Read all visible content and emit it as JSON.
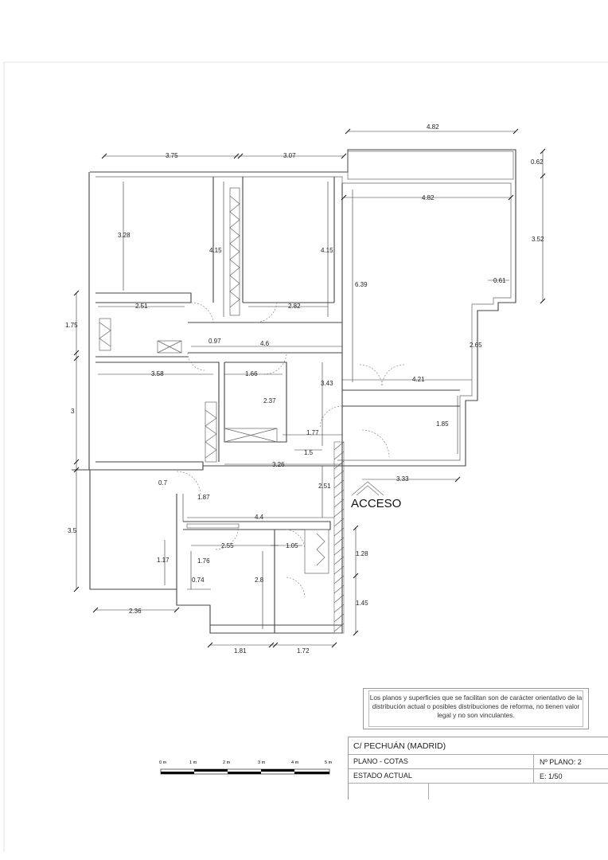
{
  "plan": {
    "access_label": "ACCESO",
    "dimensions": {
      "top_total": "4.82",
      "top_left": "3.75",
      "top_mid": "3.07",
      "right_balcony": "0.62",
      "right_upper": "3.52",
      "inner_top_right": "4.82",
      "room1_height": "3.28",
      "room2_height": "4.15",
      "room3_height": "4.15",
      "living_height": "6.39",
      "niche": "0.61",
      "corridor_left": "2.51",
      "corridor_mid": "2.82",
      "left_175": "1.75",
      "hall_097": "0.97",
      "hall_46": "4.6",
      "living_265": "2.65",
      "room4_width": "3.58",
      "bath_166": "1.66",
      "hall_343": "3.43",
      "kitchen_421": "4.21",
      "left_3": "3",
      "bath_237": "2.37",
      "closet_177": "1.77",
      "kitchen_185": "1.85",
      "hall_15": "1.5",
      "hall_326": "3.26",
      "entry_333": "3.33",
      "left_07": "0.7",
      "entry_251": "2.51",
      "lower_187": "1.87",
      "lower_44": "4.4",
      "left_35": "3.5",
      "lower_255": "2.55",
      "lower_105": "1.05",
      "lower_117": "1.17",
      "lower_176": "1.76",
      "right_128": "1.28",
      "lower_074": "0.74",
      "lower_28": "2.8",
      "bottom_236": "2.36",
      "right_145": "1.45",
      "bottom_181": "1.81",
      "bottom_172": "1.72"
    }
  },
  "disclaimer": "Los planos y superficies que se facilitan son de carácter orientativo de la distribución actual o posibles distribuciones de reforma, no tienen valor legal y no son vinculantes.",
  "title_block": {
    "address": "C/  PECHUÁN   (MADRID)",
    "plan_type": "PLANO   -  COTAS",
    "plan_number": "Nº PLANO:  2",
    "status": "ESTADO  ACTUAL",
    "scale": "E: 1/50"
  },
  "scale_bar": {
    "labels": [
      "0 m",
      "1 m",
      "2 m",
      "3 m",
      "4 m",
      "5 m"
    ]
  }
}
